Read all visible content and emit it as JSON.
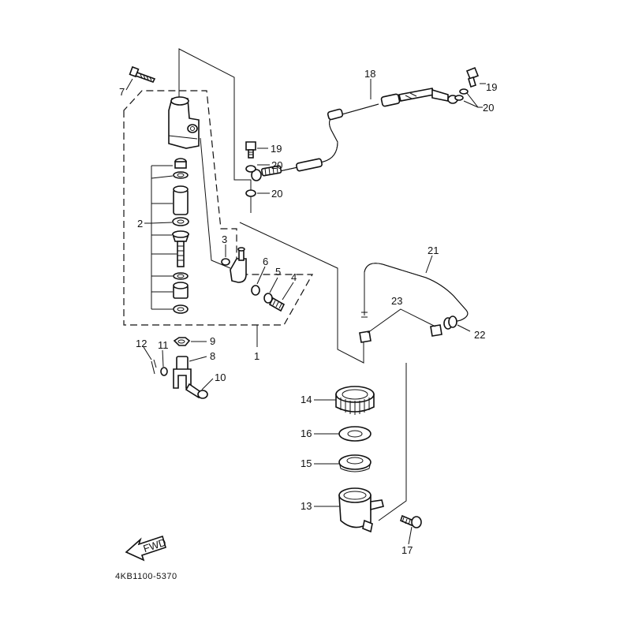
{
  "diagram": {
    "drawing_code": "4KB1100-5370",
    "fwd_label": "FWD",
    "callouts": [
      "1",
      "2",
      "3",
      "4",
      "5",
      "6",
      "7",
      "8",
      "9",
      "10",
      "11",
      "12",
      "13",
      "14",
      "15",
      "16",
      "17",
      "18",
      "19",
      "19",
      "20",
      "20",
      "20",
      "21",
      "22",
      "23"
    ],
    "parts": [
      {
        "id": "master-cylinder-assy",
        "callout": "1"
      },
      {
        "id": "cylinder-kit",
        "callout": "2"
      },
      {
        "id": "o-ring",
        "callout": "3"
      },
      {
        "id": "hose-joint-bolt",
        "callout": "4"
      },
      {
        "id": "washer",
        "callout": "5"
      },
      {
        "id": "washer",
        "callout": "6"
      },
      {
        "id": "mounting-bolt",
        "callout": "7"
      },
      {
        "id": "clevis-joint",
        "callout": "8"
      },
      {
        "id": "nut",
        "callout": "9"
      },
      {
        "id": "clevis-pin",
        "callout": "10"
      },
      {
        "id": "plain-washer",
        "callout": "11"
      },
      {
        "id": "cotter-pin",
        "callout": "12"
      },
      {
        "id": "reservoir-tank",
        "callout": "13"
      },
      {
        "id": "reservoir-cap",
        "callout": "14"
      },
      {
        "id": "cap-holder",
        "callout": "15"
      },
      {
        "id": "diaphragm",
        "callout": "16"
      },
      {
        "id": "reservoir-bolt",
        "callout": "17"
      },
      {
        "id": "brake-hose",
        "callout": "18"
      },
      {
        "id": "union-bolt",
        "callout": "19"
      },
      {
        "id": "copper-gasket",
        "callout": "20"
      },
      {
        "id": "reservoir-hose",
        "callout": "21"
      },
      {
        "id": "hose-clip",
        "callout": "22"
      },
      {
        "id": "hose-clamp",
        "callout": "23"
      }
    ]
  }
}
